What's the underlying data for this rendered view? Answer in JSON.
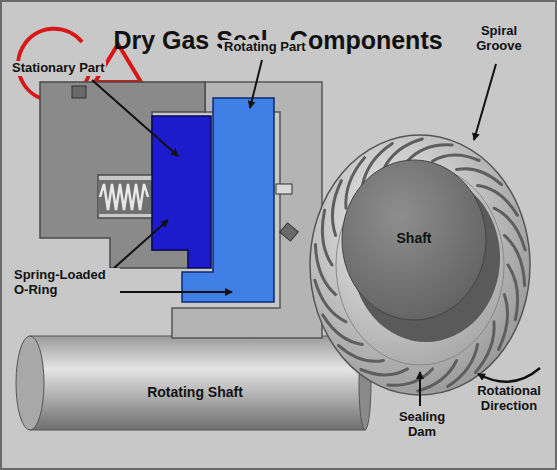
{
  "diagram": {
    "title": "Dry Gas Seal - Components",
    "labels": [
      "Stationary Part",
      "Rotating Part",
      "Spring-Loaded O-Ring",
      "Rotating Shaft",
      "Spiral Groove",
      "Shaft",
      "Sealing Dam",
      "Rotational Direction"
    ]
  }
}
